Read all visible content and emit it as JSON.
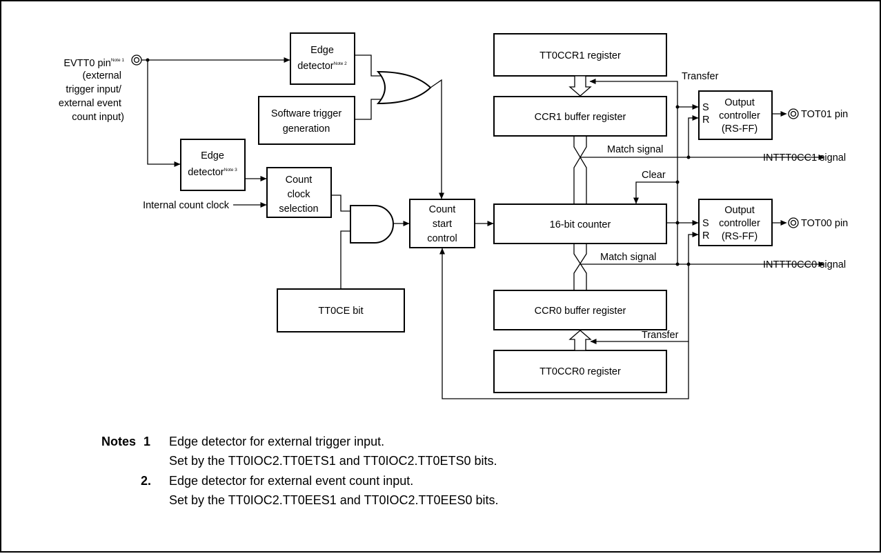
{
  "pin_evtt0": {
    "name": "EVTT0 pin",
    "note": "Note 1",
    "desc": [
      "(external",
      "trigger input/",
      "external event",
      "count input)"
    ]
  },
  "edge_detector_2": {
    "lines": [
      "Edge",
      "detector"
    ],
    "note": "Note 2"
  },
  "edge_detector_3": {
    "lines": [
      "Edge",
      "detector"
    ],
    "note": "Note 3"
  },
  "software_trigger": {
    "lines": [
      "Software trigger",
      "generation"
    ]
  },
  "count_clock_selection": {
    "lines": [
      "Count",
      "clock",
      "selection"
    ]
  },
  "internal_count_clock": "Internal count clock",
  "tt0ce_bit": "TT0CE bit",
  "count_start_control": {
    "lines": [
      "Count",
      "start",
      "control"
    ]
  },
  "tt0ccr1_register": "TT0CCR1 register",
  "ccr1_buffer_register": "CCR1 buffer register",
  "counter_16bit": "16-bit counter",
  "ccr0_buffer_register": "CCR0 buffer register",
  "tt0ccr0_register": "TT0CCR0 register",
  "transfer_top": "Transfer",
  "transfer_bottom": "Transfer",
  "match_signal_top": "Match signal",
  "match_signal_bottom": "Match signal",
  "clear": "Clear",
  "output_controller_1": {
    "s": "S",
    "r": "R",
    "lines": [
      "Output",
      "controller",
      "(RS-FF)"
    ]
  },
  "output_controller_0": {
    "s": "S",
    "r": "R",
    "lines": [
      "Output",
      "controller",
      "(RS-FF)"
    ]
  },
  "tot01_pin": "TOT01 pin",
  "tot00_pin": "TOT00 pin",
  "intttocc1_signal": "INTTT0CC1 signal",
  "intttocc0_signal": "INTTT0CC0 signal",
  "notes": {
    "heading": "Notes",
    "items": [
      {
        "num": "1",
        "lines": [
          "Edge detector for external trigger input.",
          "Set by the TT0IOC2.TT0ETS1 and TT0IOC2.TT0ETS0 bits."
        ]
      },
      {
        "num": "2.",
        "lines": [
          "Edge detector for external event count input.",
          "Set by the TT0IOC2.TT0EES1 and TT0IOC2.TT0EES0 bits."
        ]
      }
    ]
  }
}
